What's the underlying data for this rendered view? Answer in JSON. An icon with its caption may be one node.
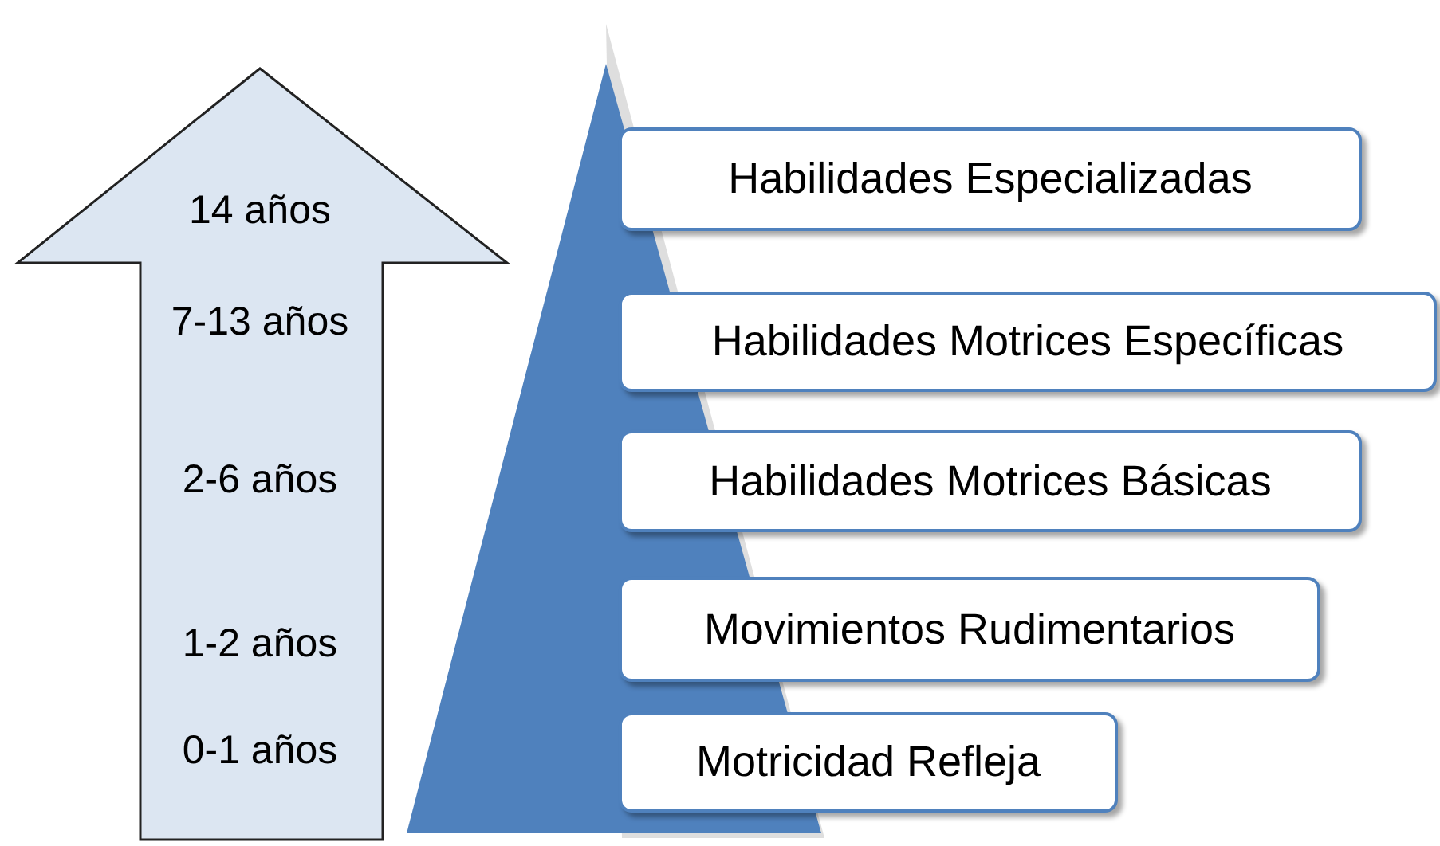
{
  "diagram": {
    "nodes": [
      {
        "text": [
          "14 años",
          "7-13 años",
          "2-6 años",
          "1-2 años",
          "0-1 años"
        ]
      },
      {
        "text": [],
        "shape": "triangle"
      },
      {
        "text": [
          "Habilidades Especializadas"
        ]
      },
      {
        "text": [
          "Habilidades Motrices Específicas"
        ]
      },
      {
        "text": [
          "Habilidades Motrices Básicas"
        ]
      },
      {
        "text": [
          "Movimientos Rudimentarios"
        ]
      },
      {
        "text": [
          "Motricidad Refleja"
        ]
      }
    ],
    "edges": []
  }
}
